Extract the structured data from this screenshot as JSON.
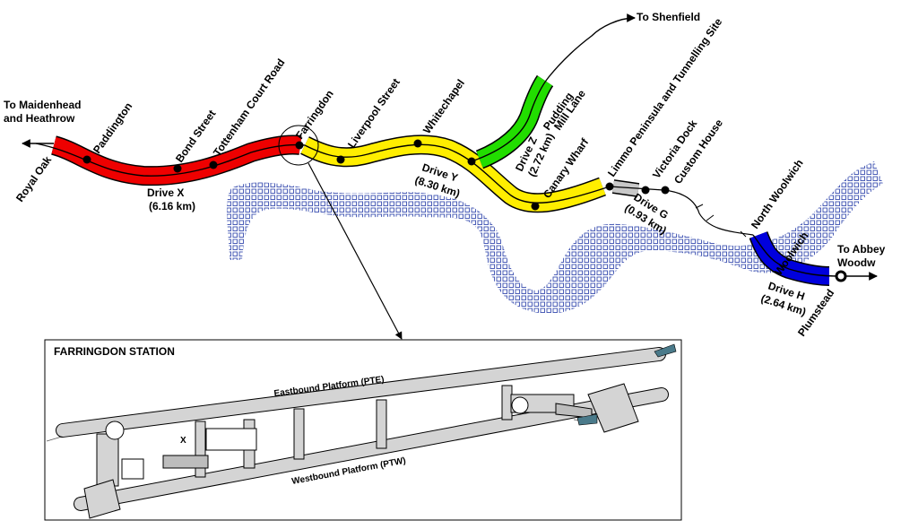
{
  "destinations": {
    "west": [
      "To Maidenhead",
      "and Heathrow"
    ],
    "north_east": "To Shenfield",
    "east": [
      "To Abbey",
      "Woodw"
    ]
  },
  "stations": {
    "royal_oak": "Royal Oak",
    "paddington": "Paddington",
    "bond_street": "Bond Street",
    "tottenham": "Tottenham Court Road",
    "farringdon": "Farringdon",
    "liverpool": "Liverpool Street",
    "whitechapel": "Whitechapel",
    "pudding": [
      "Pudding",
      "Mill Lane"
    ],
    "canary": "Canary Wharf",
    "limmo": "Limmo Peninsula and Tunnelling Site",
    "victoria": "Victoria Dock",
    "custom": "Custom House",
    "north_woolwich": "North Woolwich",
    "woolwich": "Woolwich",
    "plumstead": "Plumstead"
  },
  "drives": {
    "x": {
      "name": "Drive X",
      "length": "(6.16 km)",
      "color": "#ee0000"
    },
    "y": {
      "name": "Drive Y",
      "length": "(8.30 km)",
      "color": "#ffee00"
    },
    "z": {
      "name": "Drive Z",
      "length": "(2.72 km)",
      "color": "#22dd00"
    },
    "g": {
      "name": "Drive G",
      "length": "(0.93 km)",
      "color": "#c8c8c8"
    },
    "h": {
      "name": "Drive H",
      "length": "(2.64 km)",
      "color": "#0000dd"
    }
  },
  "inset": {
    "title": "FARRINGDON STATION",
    "eastbound": "Eastbound Platform (PTE)",
    "westbound": "Westbound Platform (PTW)",
    "x_mark": "X"
  },
  "colors": {
    "river": "#3a4fb0",
    "platform": "#d4d4d4",
    "escalator": "#4a7a8a"
  }
}
